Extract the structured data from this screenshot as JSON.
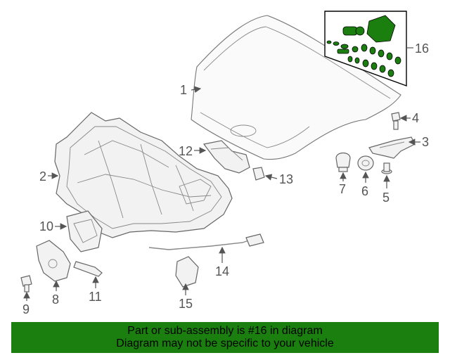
{
  "callouts": [
    "1",
    "2",
    "3",
    "4",
    "5",
    "6",
    "7",
    "8",
    "9",
    "10",
    "11",
    "12",
    "13",
    "14",
    "15",
    "16"
  ],
  "highlight_color": "#1a7f0f",
  "banner": {
    "line1": "Part or sub-assembly is #16 in diagram",
    "line2": "Diagram may not be specific to your vehicle"
  }
}
